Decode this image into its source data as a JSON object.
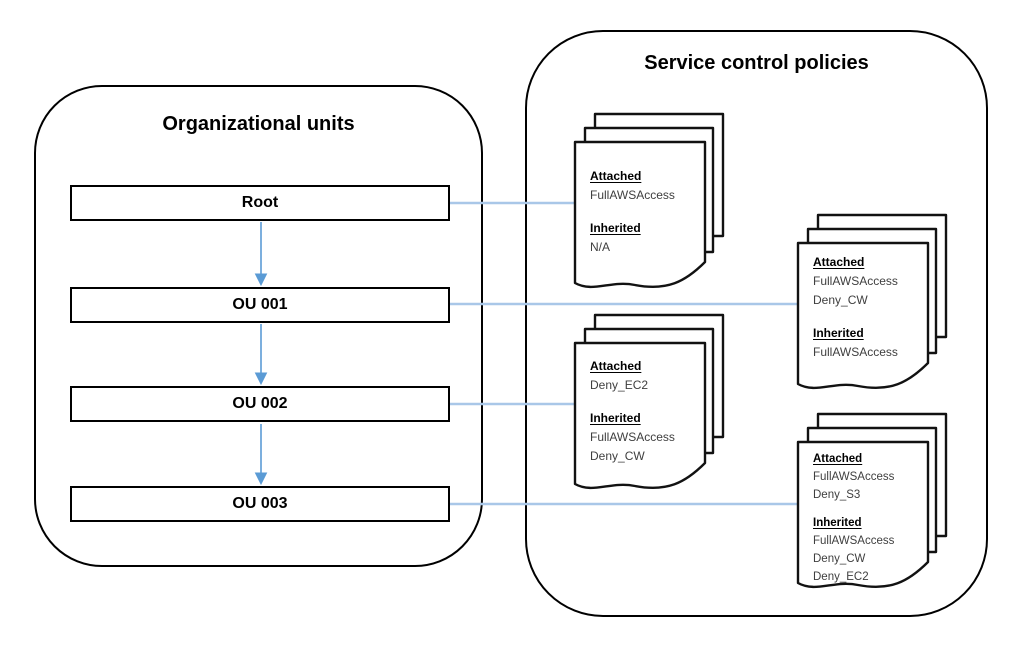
{
  "diagram": {
    "left_panel": {
      "title": "Organizational units"
    },
    "right_panel": {
      "title": "Service control policies"
    },
    "org_units": [
      {
        "label": "Root"
      },
      {
        "label": "OU 001"
      },
      {
        "label": "OU 002"
      },
      {
        "label": "OU 003"
      }
    ],
    "labels": {
      "attached": "Attached",
      "inherited": "Inherited"
    },
    "policies": [
      {
        "connects_to": "Root",
        "attached": [
          "FullAWSAccess"
        ],
        "inherited": [
          "N/A"
        ]
      },
      {
        "connects_to": "OU 001",
        "attached": [
          "FullAWSAccess",
          "Deny_CW"
        ],
        "inherited": [
          "FullAWSAccess"
        ]
      },
      {
        "connects_to": "OU 002",
        "attached": [
          "Deny_EC2"
        ],
        "inherited": [
          "FullAWSAccess",
          "Deny_CW"
        ]
      },
      {
        "connects_to": "OU 003",
        "attached": [
          "FullAWSAccess",
          "Deny_S3"
        ],
        "inherited": [
          "FullAWSAccess",
          "Deny_CW",
          "Deny_EC2"
        ]
      }
    ],
    "colors": {
      "arrow": "#5b9bd5",
      "connector": "#a9c7e8",
      "border": "#000000"
    }
  }
}
